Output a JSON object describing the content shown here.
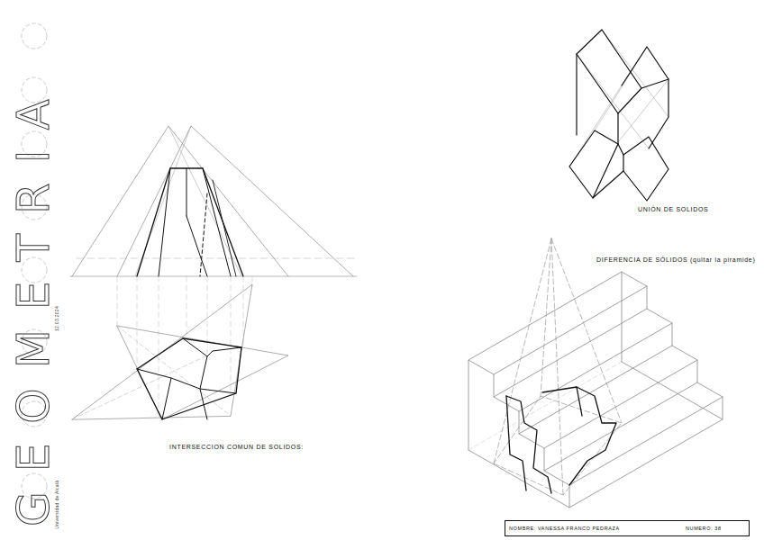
{
  "diagram": {
    "nodes": [
      {
        "text": [
          "NOMBRE: VANESSA FRANCO PEDRAZA",
          "NUMERO: 38"
        ]
      }
    ],
    "labels": [
      "UNIÓN DE SOLIDOS",
      "DIFERENCIA DE SÓLIDOS (quitar la piramide)",
      "INTERSECCION COMUN DE SOLIDOS:",
      "GEOMETRIA",
      "Universidad de Alcalá",
      "12.03.2024"
    ]
  }
}
